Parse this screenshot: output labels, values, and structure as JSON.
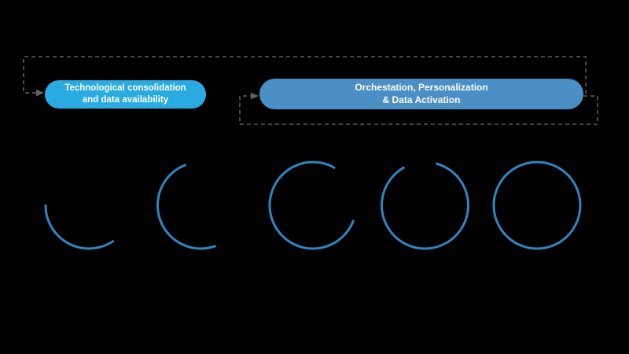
{
  "canvas": {
    "background": "#000000"
  },
  "pills": {
    "left": {
      "line1": "Technological consolidation",
      "line2": "and data availability",
      "bg": "#29ABE2",
      "text_color": "#FFFFFF"
    },
    "right": {
      "line1": "Orchestation, Personalization",
      "line2": "& Data Activation",
      "bg": "#4A8FC6",
      "text_color": "#FFFFFF"
    }
  },
  "connectors": {
    "color": "#606060",
    "style": "dashed"
  },
  "rings": {
    "color": "#2E86C1",
    "items": [
      {
        "percent": 35,
        "start_deg": 55
      },
      {
        "percent": 50,
        "start_deg": 70
      },
      {
        "percent": 78,
        "start_deg": 20
      },
      {
        "percent": 88,
        "start_deg": 285
      },
      {
        "percent": 100,
        "start_deg": 0
      }
    ]
  }
}
